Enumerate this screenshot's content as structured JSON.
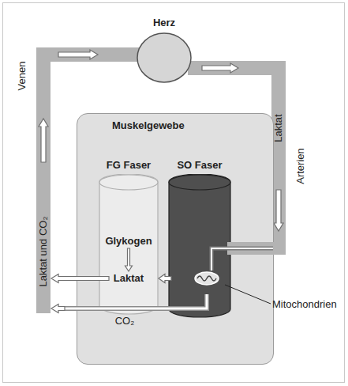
{
  "diagram": {
    "nodes": [
      {
        "text": [
          "Herz"
        ]
      },
      {
        "text": [
          "Muskelgewebe"
        ]
      },
      {
        "text": [
          "FG Faser"
        ],
        "in": 1
      },
      {
        "text": [
          "SO Faser"
        ],
        "in": 1
      }
    ],
    "edges": [
      {
        "from": 3,
        "to": 2,
        "arrow": "to"
      }
    ],
    "labels": [
      "Venen",
      "Laktat und CO₂",
      "Arterien",
      "Laktat",
      "Glykogen",
      "Laktat",
      "CO₂",
      "Mitochondrien"
    ]
  }
}
